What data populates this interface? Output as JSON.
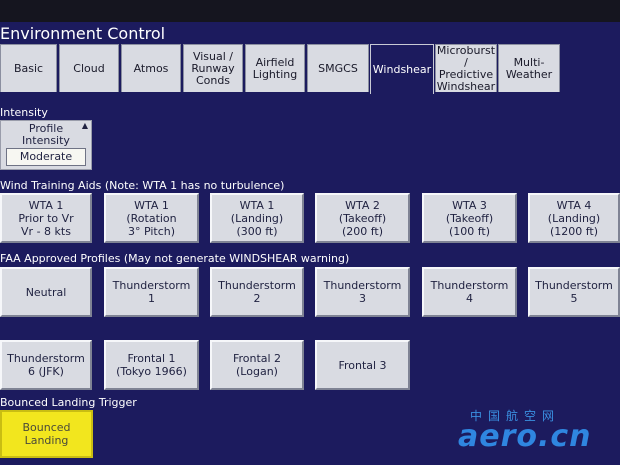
{
  "title": "Environment Control",
  "tabs": [
    {
      "label": "Basic"
    },
    {
      "label": "Cloud"
    },
    {
      "label": "Atmos"
    },
    {
      "label": "Visual /\nRunway\nConds"
    },
    {
      "label": "Airfield\nLighting"
    },
    {
      "label": "SMGCS"
    },
    {
      "label": "Windshear",
      "active": true
    },
    {
      "label": "Microburst\n/ Predictive\nWindshear"
    },
    {
      "label": "Multi-\nWeather"
    }
  ],
  "intensity": {
    "label": "Intensity",
    "selector_label": "Profile\nIntensity",
    "selector_value": "Moderate",
    "scroll_icon": "triangle-up-icon"
  },
  "wind_training_aids": {
    "label": "Wind Training Aids  (Note: WTA 1 has no turbulence)",
    "buttons": [
      {
        "label": "WTA 1\nPrior to Vr\nVr - 8 kts"
      },
      {
        "label": "WTA 1\n(Rotation\n3° Pitch)"
      },
      {
        "label": "WTA 1\n(Landing)\n(300 ft)"
      },
      {
        "label": "WTA 2\n(Takeoff)\n(200 ft)"
      },
      {
        "label": "WTA 3\n(Takeoff)\n(100 ft)"
      },
      {
        "label": "WTA 4\n(Landing)\n(1200 ft)"
      }
    ]
  },
  "faa_profiles": {
    "label": "FAA Approved Profiles (May not generate WINDSHEAR warning)",
    "buttons": [
      {
        "label": "Neutral"
      },
      {
        "label": "Thunderstorm\n1"
      },
      {
        "label": "Thunderstorm\n2"
      },
      {
        "label": "Thunderstorm\n3"
      },
      {
        "label": "Thunderstorm\n4"
      },
      {
        "label": "Thunderstorm\n5"
      },
      {
        "label": "Thunderstorm\n6 (JFK)"
      },
      {
        "label": "Frontal 1\n(Tokyo 1966)"
      },
      {
        "label": "Frontal 2\n(Logan)"
      },
      {
        "label": "Frontal 3"
      }
    ]
  },
  "bounced_landing": {
    "label": "Bounced Landing Trigger",
    "button_label": "Bounced\nLanding",
    "color": "#f2e61e"
  },
  "watermark": {
    "chinese": "中国航空网",
    "brand": "aero.cn"
  }
}
